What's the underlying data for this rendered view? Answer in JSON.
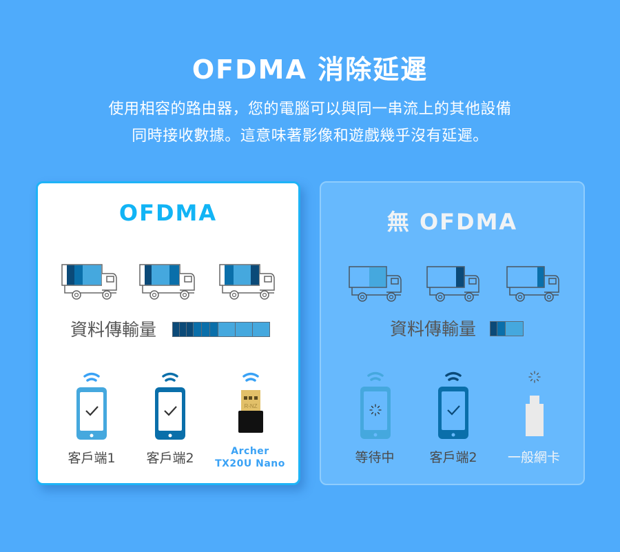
{
  "header": {
    "title": "OFDMA 消除延遲",
    "subtitle_line1": "使用相容的路由器，您的電腦可以與同一串流上的其他設備",
    "subtitle_line2": "同時接收數據。這意味著影像和遊戲幾乎沒有延遲。"
  },
  "colors": {
    "background": "#4fabfb",
    "accent_cyan": "#12b4f5",
    "dark_blue": "#0b4a78",
    "mid_blue": "#0a6faa",
    "light_blue": "#45a8de",
    "right_card_bg": "#67b9fd"
  },
  "panels": [
    {
      "title": "OFDMA",
      "trucks": [
        {
          "segments": [
            "dark",
            "mid",
            "light"
          ]
        },
        {
          "segments": [
            "dark",
            "light",
            "mid"
          ]
        },
        {
          "segments": [
            "mid",
            "light",
            "dark"
          ]
        }
      ],
      "throughput_label": "資料傳輸量",
      "throughput_bar": [
        "dark",
        "dark",
        "dark",
        "mid",
        "mid",
        "mid",
        "light",
        "light",
        "light"
      ],
      "devices": [
        {
          "icon": "phone-check-icon",
          "wifi": true,
          "label": "客戶端1"
        },
        {
          "icon": "phone-check-icon",
          "wifi": true,
          "label": "客戶端2"
        },
        {
          "icon": "usb-adapter-icon",
          "wifi": true,
          "label_line1": "Archer",
          "label_line2": "TX20U Nano",
          "adapter_text": "R-NZ"
        }
      ]
    },
    {
      "title_prefix": "無",
      "title": "OFDMA",
      "trucks": [
        {
          "segments": [
            "empty",
            "light"
          ]
        },
        {
          "segments": [
            "empty",
            "dark"
          ]
        },
        {
          "segments": [
            "empty",
            "mid"
          ]
        }
      ],
      "throughput_label": "資料傳輸量",
      "throughput_bar": [
        "dark",
        "mid",
        "light"
      ],
      "devices": [
        {
          "icon": "phone-loading-icon",
          "wifi": true,
          "label": "等待中"
        },
        {
          "icon": "phone-check-icon",
          "wifi": true,
          "label": "客戶端2"
        },
        {
          "icon": "generic-usb-adapter-icon",
          "wifi": false,
          "loading": true,
          "label": "一般網卡"
        }
      ]
    }
  ]
}
